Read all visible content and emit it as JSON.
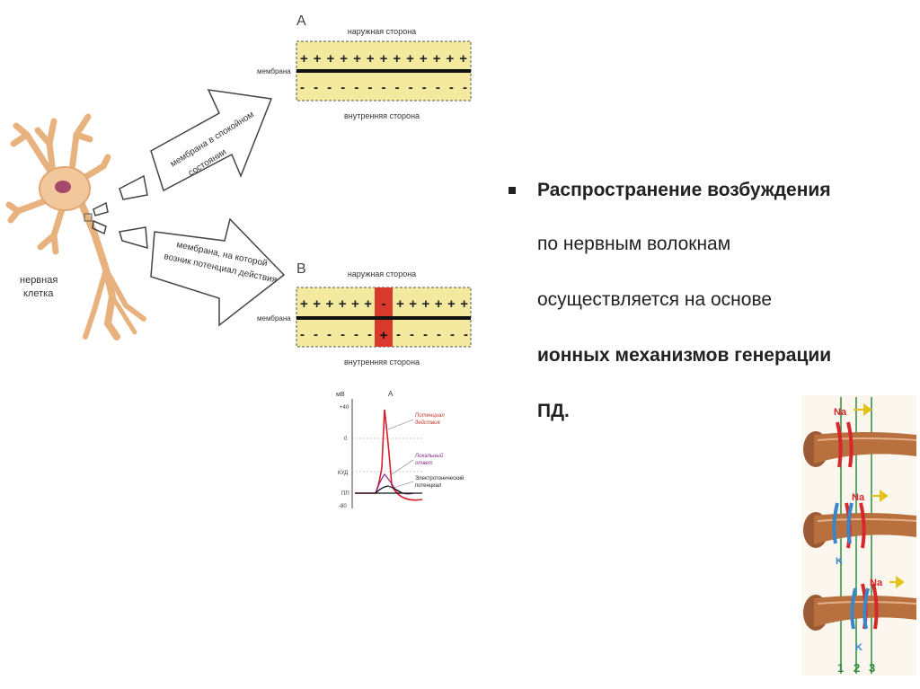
{
  "diagram": {
    "panel_a": {
      "letter": "A",
      "outer_side": "наружная сторона",
      "inner_side": "внутренняя сторона",
      "membrane": "мембрана",
      "plus_row": "+ + + + + + + + + + + + +",
      "minus_row": "- - - - - - - - - - - - -"
    },
    "panel_b": {
      "letter": "B",
      "outer_side": "наружная сторона",
      "inner_side": "внутренняя сторона",
      "membrane": "мембрана",
      "plus_left": "+ + + + + +",
      "plus_right": "+ + + + + +",
      "minus_left": "- - - - - -",
      "minus_right": "- - - - - -",
      "red_top": "-",
      "red_bottom": "+"
    },
    "arrow_top": {
      "line1": "мембрана в спокойном",
      "line2": "состоянии"
    },
    "arrow_bottom": {
      "line1": "мембрана, на которой",
      "line2": "возник потенциал действия"
    },
    "neuron_label": {
      "line1": "нервная",
      "line2": "клетка"
    },
    "graph": {
      "ylabel": "мВ",
      "letter": "A",
      "ticks": [
        "+40",
        "0",
        "КУД",
        "ПП",
        "-80"
      ],
      "label_ap": [
        "Потенциал",
        "действия"
      ],
      "label_local": [
        "Локальный",
        "ответ"
      ],
      "label_electro": [
        "Электротонический",
        "потенциал"
      ]
    },
    "axon_figure": {
      "na": "Na",
      "k": "K",
      "numbers": [
        "1",
        "2",
        "3"
      ]
    }
  },
  "text": {
    "line1": "Распространение возбуждения",
    "line2": "по нервным волокнам",
    "line3": "осуществляется на основе",
    "line4": "ионных механизмов генерации",
    "line5": "ПД."
  },
  "colors": {
    "membrane_fill": "#f3eaa0",
    "red_zone": "#d9382c",
    "neuron": "#f2c79b",
    "ap_curve": "#d81e2a",
    "local_curve": "#8a2a8a"
  }
}
